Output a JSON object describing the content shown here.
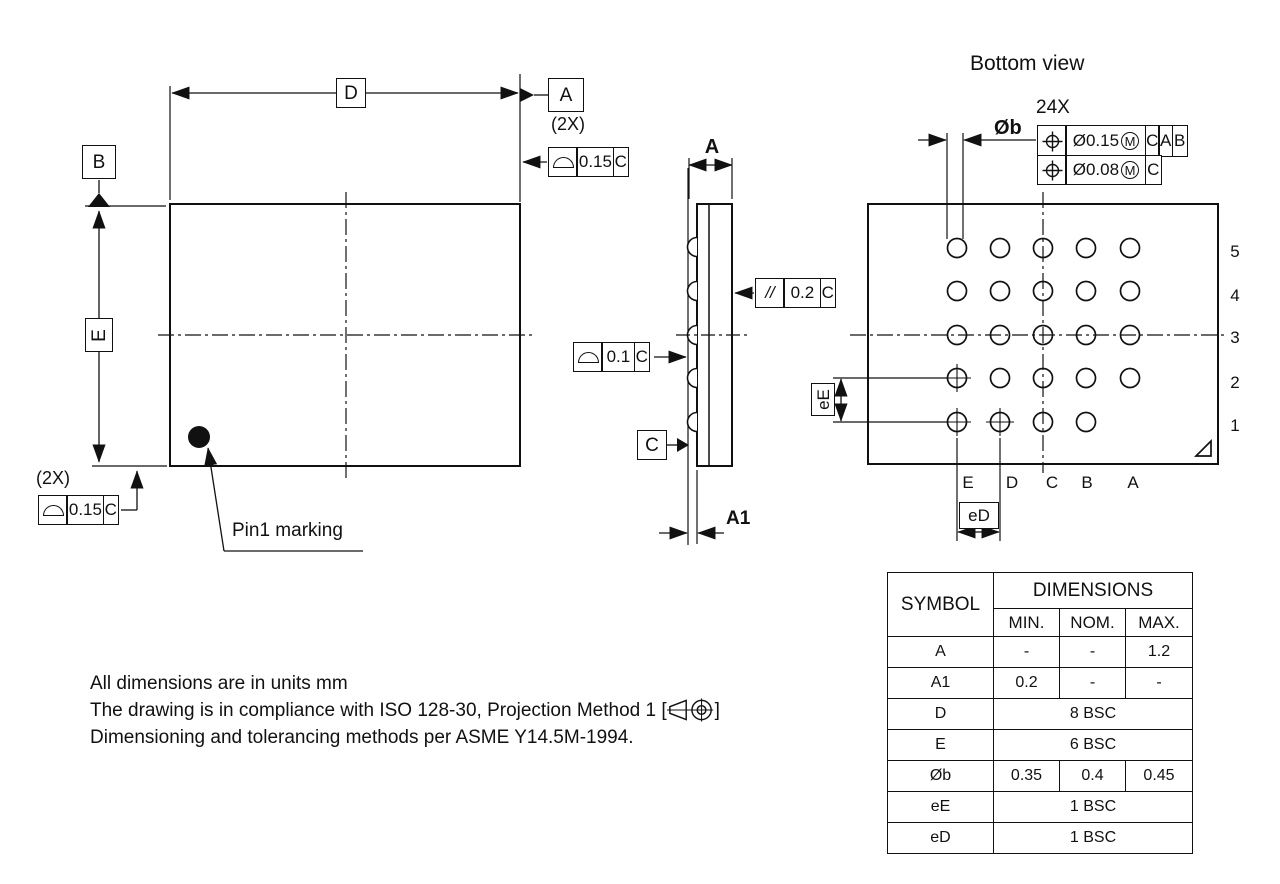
{
  "drawing": {
    "front_view": {
      "dim_width_label": "D",
      "dim_height_label": "E",
      "datum_a": "A",
      "datum_b": "B",
      "qty_note_top": "(2X)",
      "qty_note_bottom": "(2X)",
      "fcf_profile_top": {
        "tol": "0.15",
        "datum": "C"
      },
      "fcf_profile_bottom": {
        "tol": "0.15",
        "datum": "C"
      },
      "pin1_label": "Pin1 marking"
    },
    "side_view": {
      "dim_thickness_label": "A",
      "dim_standoff_label": "A1",
      "datum_c": "C",
      "fcf_parallel": {
        "sym": "//",
        "tol": "0.2",
        "datum": "C"
      },
      "fcf_profile": {
        "tol": "0.1",
        "datum": "C"
      }
    },
    "bottom_view": {
      "title": "Bottom view",
      "ball_qty": "24X",
      "ball_dia_label": "Øb",
      "fcf_pos1": {
        "tol": "Ø0.15",
        "mod": "M",
        "d1": "C",
        "d2": "A",
        "d3": "B"
      },
      "fcf_pos2": {
        "tol": "Ø0.08",
        "mod": "M",
        "d1": "C"
      },
      "pitch_row_label": "eE",
      "pitch_col_label": "eD",
      "col_labels": [
        "E",
        "D",
        "C",
        "B",
        "A"
      ],
      "row_labels": [
        "5",
        "4",
        "3",
        "2",
        "1"
      ],
      "grid": {
        "ball_count": 24,
        "missing": [
          "A1"
        ],
        "crosshair": [
          "E2",
          "E1",
          "D1"
        ]
      }
    }
  },
  "notes": {
    "line1": "All dimensions are in units mm",
    "line2_prefix": "The drawing is in compliance with ISO 128-30, Projection Method 1 [",
    "line2_suffix": "]",
    "line3": "Dimensioning and tolerancing methods per ASME Y14.5M-1994."
  },
  "table": {
    "header": {
      "symbol": "SYMBOL",
      "dimensions": "DIMENSIONS",
      "min": "MIN.",
      "nom": "NOM.",
      "max": "MAX."
    },
    "rows": [
      {
        "symbol": "A",
        "min": "-",
        "nom": "-",
        "max": "1.2"
      },
      {
        "symbol": "A1",
        "min": "0.2",
        "nom": "-",
        "max": "-"
      },
      {
        "symbol": "D",
        "span": "8 BSC"
      },
      {
        "symbol": "E",
        "span": "6 BSC"
      },
      {
        "symbol": "Øb",
        "min": "0.35",
        "nom": "0.4",
        "max": "0.45"
      },
      {
        "symbol": "eE",
        "span": "1 BSC"
      },
      {
        "symbol": "eD",
        "span": "1 BSC"
      }
    ]
  }
}
